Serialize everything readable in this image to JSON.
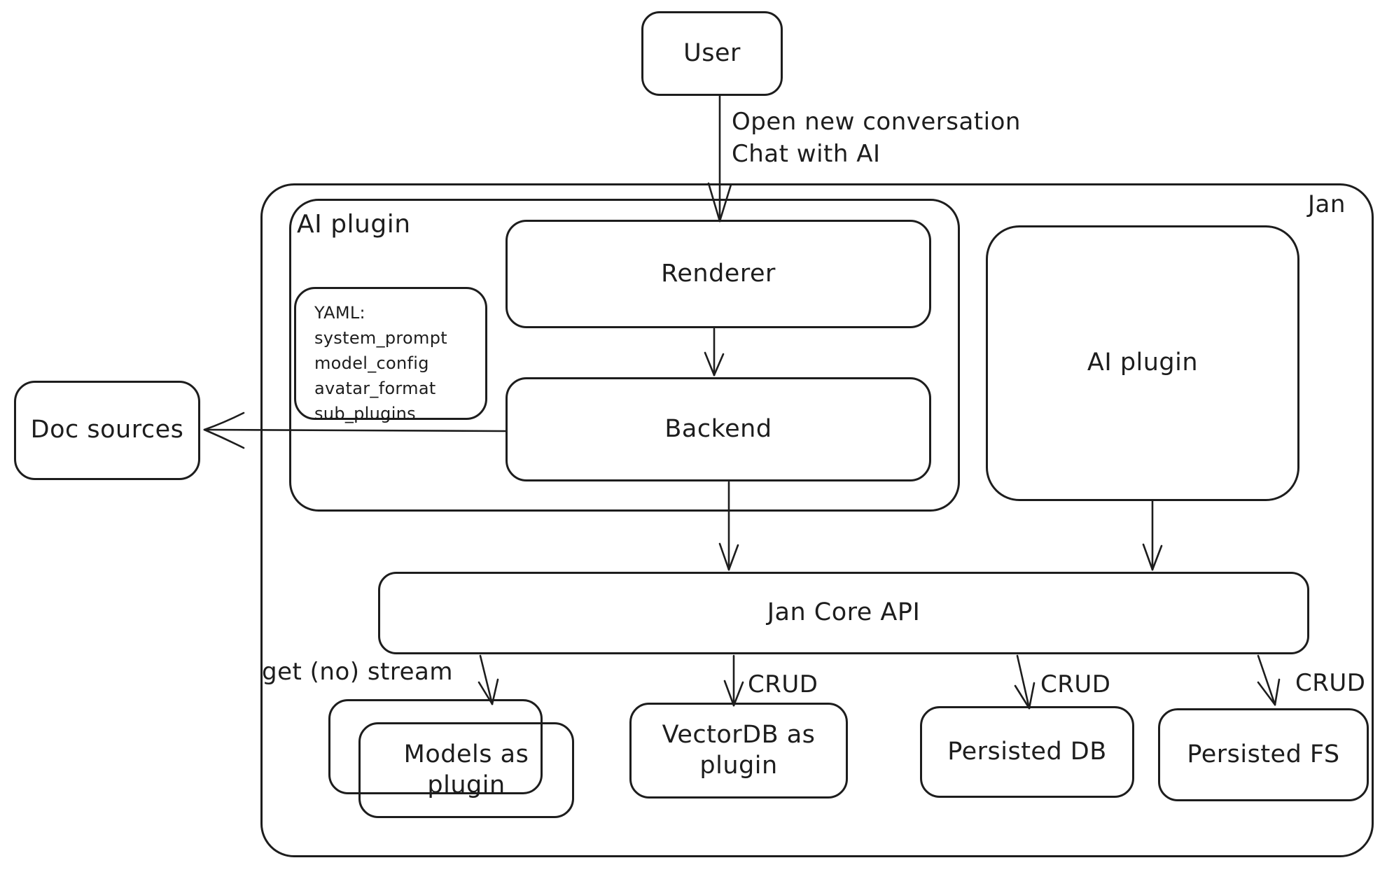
{
  "page": {
    "background": "#ffffff",
    "stroke_color": "#1d1d1d"
  },
  "diagram": {
    "container_label": "Jan",
    "nodes": {
      "user": {
        "label": "User"
      },
      "ai_plugin_left": {
        "label": "AI plugin"
      },
      "renderer": {
        "label": "Renderer"
      },
      "backend": {
        "label": "Backend"
      },
      "ai_plugin_right": {
        "label": "AI plugin"
      },
      "doc_sources": {
        "label": "Doc sources"
      },
      "jan_core_api": {
        "label": "Jan Core API"
      },
      "models_as_plugin": {
        "label": "Models as plugin"
      },
      "vectordb_as_plugin": {
        "label": "VectorDB as plugin"
      },
      "persisted_db": {
        "label": "Persisted DB"
      },
      "persisted_fs": {
        "label": "Persisted FS"
      }
    },
    "yaml_note": {
      "heading": "YAML:",
      "lines": [
        "system_prompt",
        "model_config",
        "avatar_format",
        "sub_plugins"
      ]
    },
    "edge_labels": {
      "user_to_renderer": "Open new conversation\nChat with AI",
      "core_to_models": "get (no) stream",
      "core_to_vectordb": "CRUD",
      "core_to_persisted_db": "CRUD",
      "core_to_persisted_fs": "CRUD"
    }
  }
}
